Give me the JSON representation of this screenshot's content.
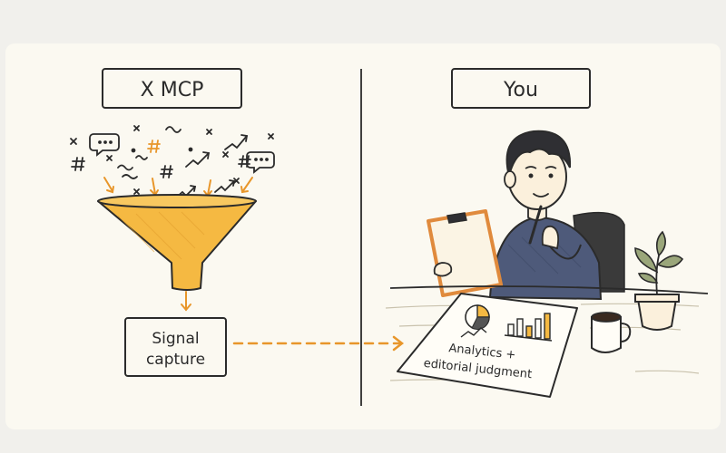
{
  "left_panel": {
    "title": "X  MCP",
    "output_box_line1": "Signal",
    "output_box_line2": "capture"
  },
  "right_panel": {
    "title": "You",
    "paper_line1": "Analytics +",
    "paper_line2": "editorial judgment"
  },
  "colors": {
    "background": "#fbf9f1",
    "ink": "#2b2b2b",
    "funnel_fill": "#f5b942",
    "arrow_orange": "#e8962a",
    "sweater": "#4e5a7a",
    "clipboard": "#e08a3c"
  },
  "icons": [
    "speech-bubble-icon",
    "hashtag-icon",
    "trend-arrow-icon",
    "squiggle-icon",
    "plant-icon",
    "coffee-mug-icon",
    "pie-chart-icon",
    "bar-chart-icon"
  ]
}
